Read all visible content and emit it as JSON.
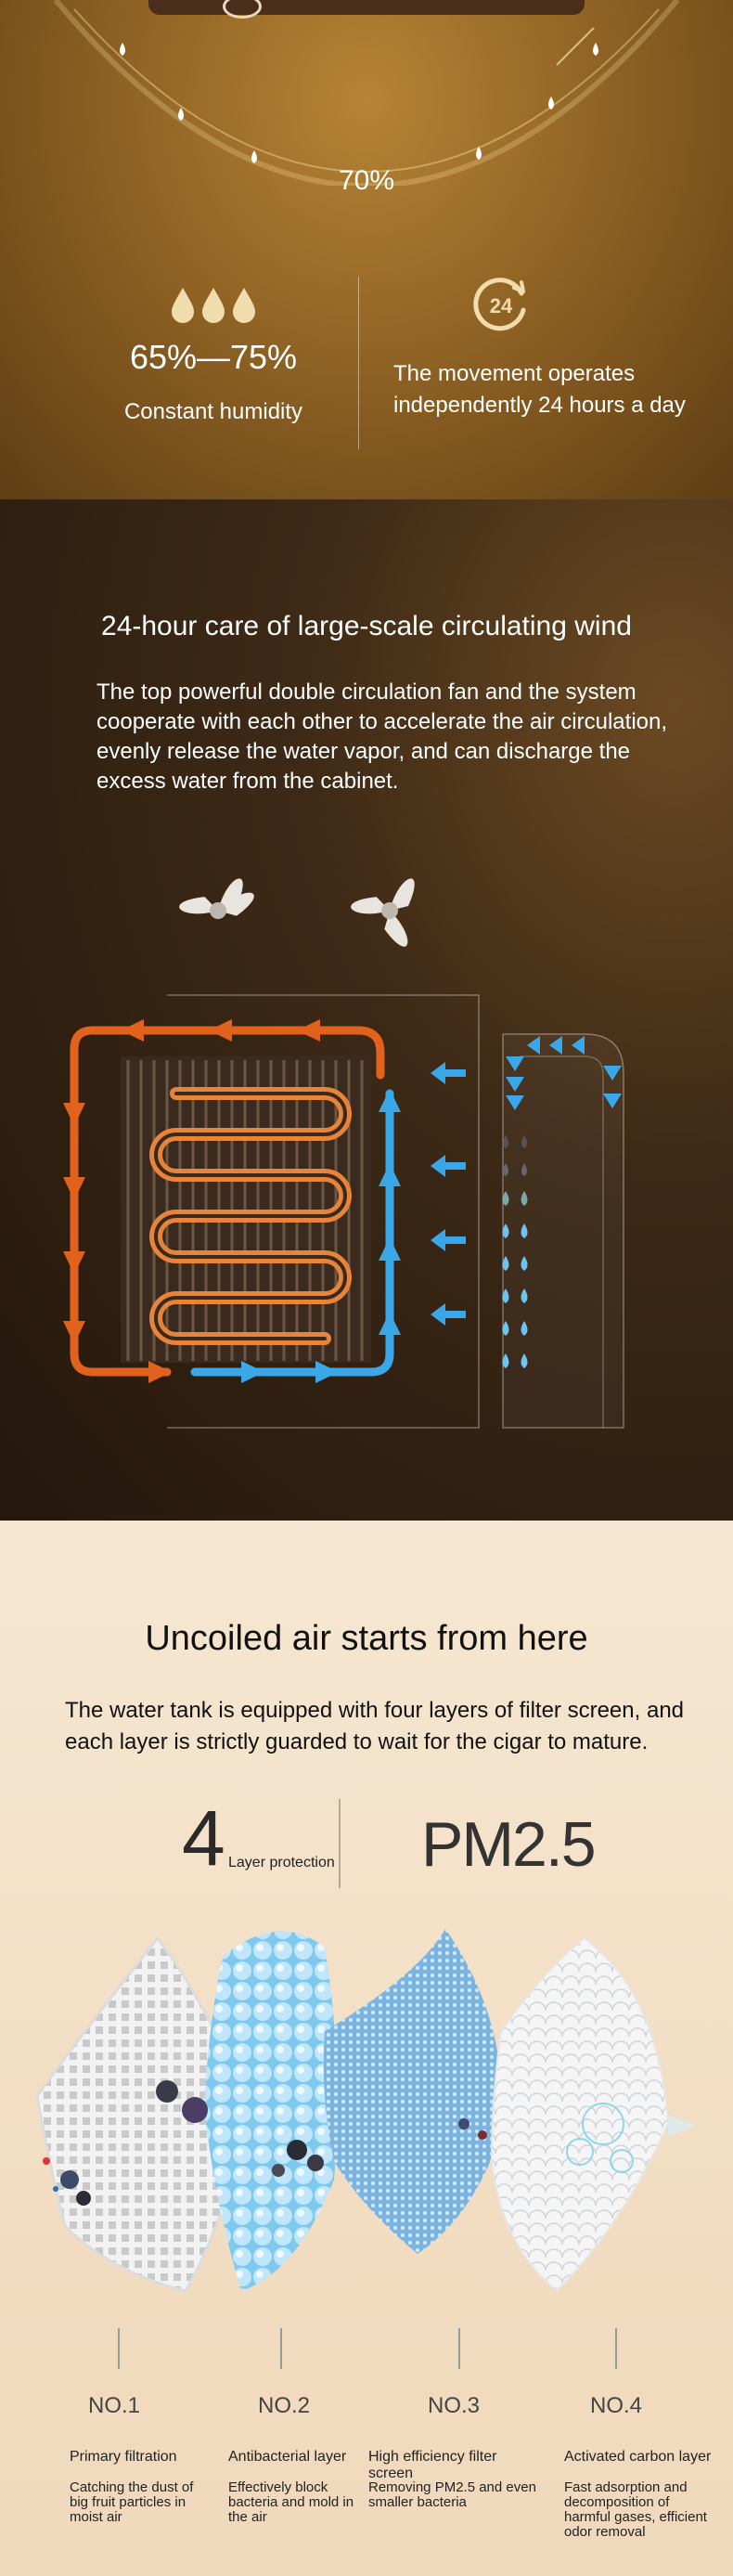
{
  "hero": {
    "humidity_percent": "70%",
    "humidity_range": "65%—75%",
    "humidity_label": "Constant humidity",
    "movement_text": "The movement operates independently 24 hours a day",
    "clock_number": "24"
  },
  "wind": {
    "title": "24-hour care of large-scale circulating wind",
    "body": "The top powerful double circulation fan and the system cooperate with each other to accelerate the air circulation, evenly release the water vapor, and can discharge the excess water from the cabinet."
  },
  "filters": {
    "title": "Uncoiled air starts from here",
    "body": "The water tank is equipped with four layers of filter screen, and each layer is strictly guarded to wait for the cigar to mature.",
    "layer_count": "4",
    "layer_label": "Layer protection",
    "pm": "PM2.5",
    "layers": [
      {
        "no": "NO.1",
        "name": "Primary filtration",
        "desc": "Catching the dust of big fruit particles in moist air"
      },
      {
        "no": "NO.2",
        "name": "Antibacterial layer",
        "desc": "Effectively block bacteria and mold in the air"
      },
      {
        "no": "NO.3",
        "name": "High efficiency filter screen",
        "desc": "Removing PM2.5 and even smaller bacteria"
      },
      {
        "no": "NO.4",
        "name": "Activated carbon layer",
        "desc": "Fast adsorption and decomposition of harmful gases, efficient odor removal"
      }
    ]
  },
  "colors": {
    "warm_arrow": "#e0621c",
    "cool_arrow": "#3aa8e8",
    "coil": "#e8843a"
  }
}
